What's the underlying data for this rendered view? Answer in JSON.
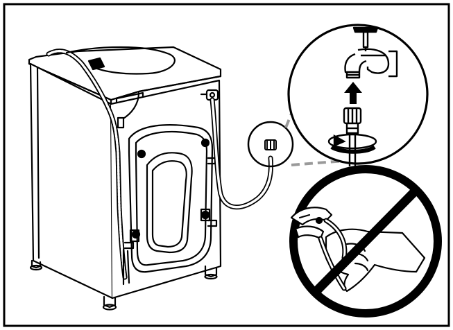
{
  "figure": {
    "kind": "installation-illustration",
    "colors": {
      "ink": "#000000",
      "paper": "#ffffff",
      "dash": "#9a9a9a"
    },
    "parts": {
      "washer": "washing-machine-rear-view",
      "hose": "water-inlet-hose",
      "tap": "water-tap",
      "nut": "hose-connector-nut",
      "arrow_up": "connect-upward-arrow",
      "rotation": "tighten-by-hand-rotation-icon",
      "prohibition": "prohibited-sign",
      "pliers": "pliers-icon"
    }
  }
}
